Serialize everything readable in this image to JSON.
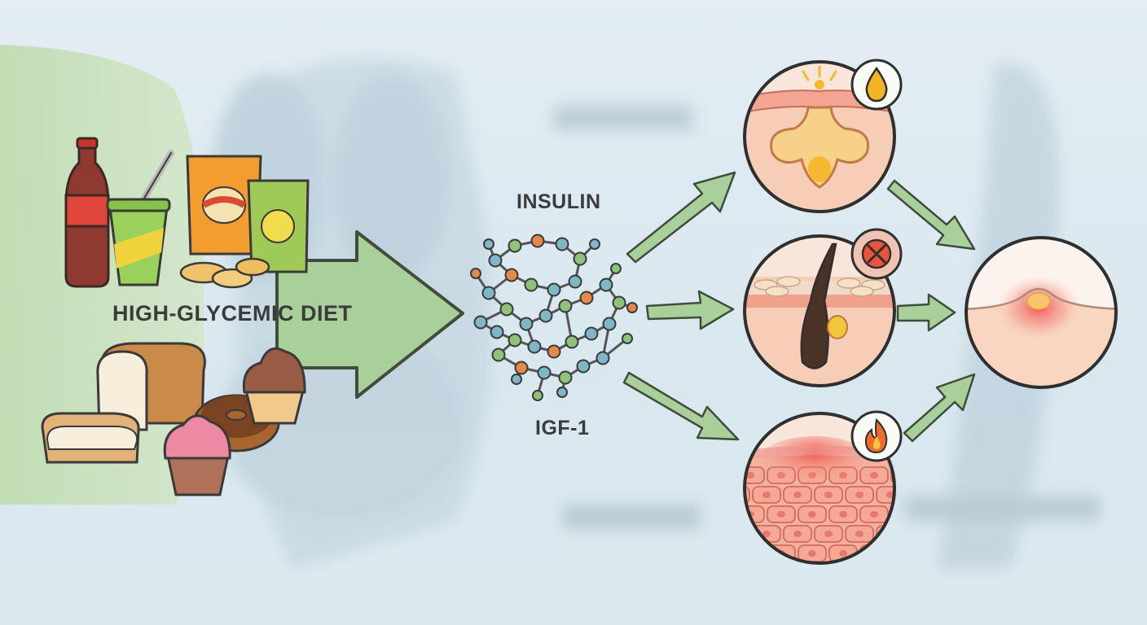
{
  "diet_label": "HIGH-GLYCEMIC DIET",
  "hormone_top": "INSULIN",
  "hormone_bottom": "IGF-1",
  "colors": {
    "arrow_fill": "#a9cf9b",
    "arrow_stroke": "#3f4d3a",
    "background": "#e3edf3",
    "skin": "#f6d2bf",
    "inflammation": "#f05a4f",
    "sebum": "#f5c33b"
  },
  "icons": [
    "oil-drop-icon",
    "blocked-icon",
    "flame-icon"
  ]
}
